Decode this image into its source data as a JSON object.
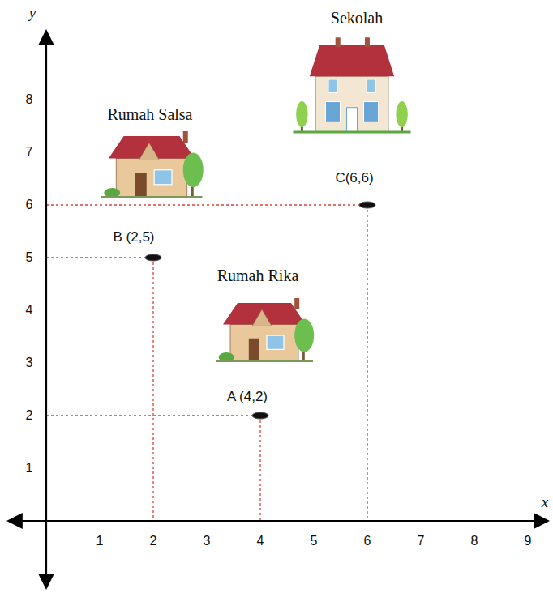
{
  "diagram": {
    "labels": [
      "y",
      "x",
      "1",
      "2",
      "3",
      "4",
      "5",
      "6",
      "7",
      "8",
      "9",
      "1",
      "2",
      "3",
      "4",
      "5",
      "6",
      "7",
      "8",
      "Sekolah",
      "Rumah Salsa",
      "Rumah Rika",
      "C(6,6)",
      "B (2,5)",
      "A (4,2)"
    ]
  }
}
